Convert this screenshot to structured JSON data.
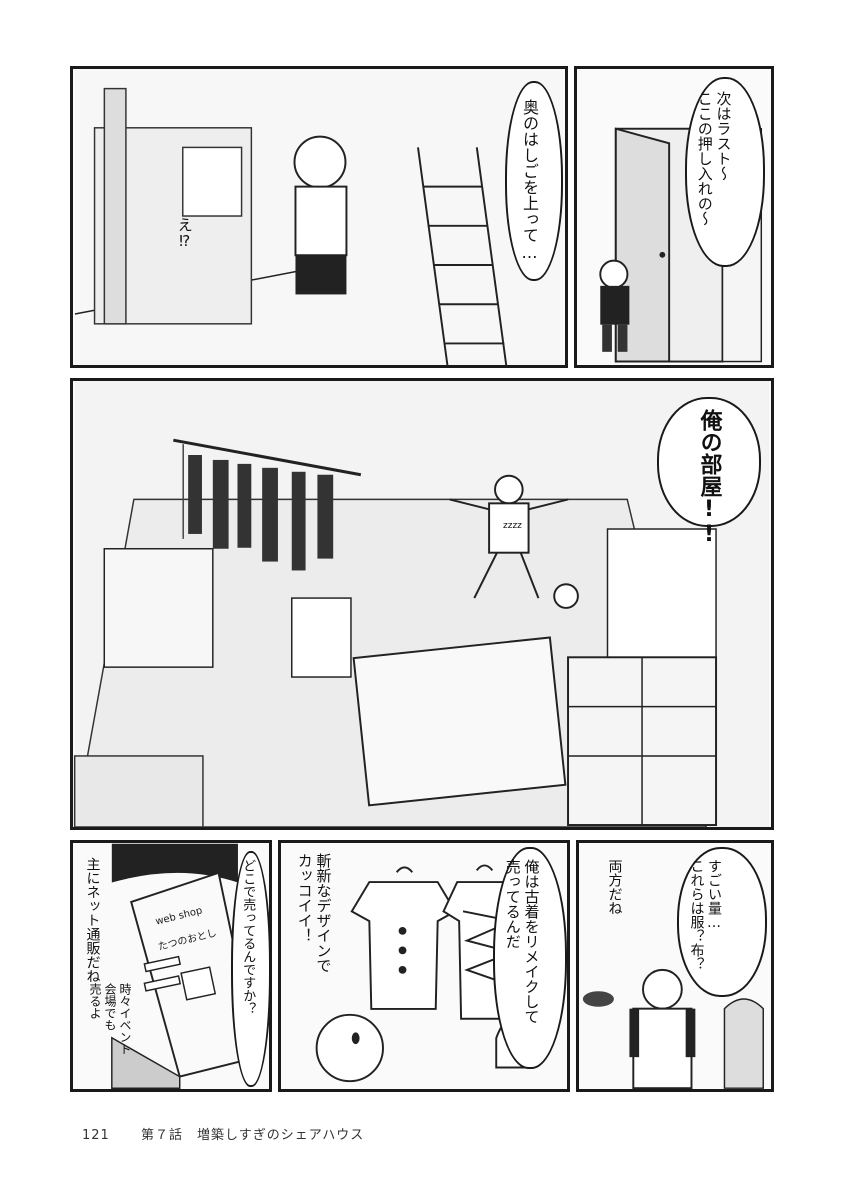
{
  "panels": {
    "p1": {
      "bubble": "次はラスト〜\nここの押し入れの〜"
    },
    "p2": {
      "bubble": "奥のはしごを上って…",
      "sfx": "え⁉"
    },
    "p3": {
      "bubble": "俺の部屋!!",
      "shirt_text": "zzzz"
    },
    "p4": {
      "bubble1": "すごい量…\nこれらは服？布？",
      "bubble2": "両方だね"
    },
    "p5": {
      "bubble1": "俺は古着をリメイクして\n売ってるんだ",
      "bubble2": "斬新なデザインで\nカッコイイ！"
    },
    "p6": {
      "bubble1": "どこで売ってるんですか？",
      "bubble2": "主にネット通販だね",
      "handwritten": "時々イベント\n会場でも\n売るよ",
      "laptop_line1": "web shop",
      "laptop_line2": "たつのおとし"
    }
  },
  "footer": {
    "page_number": "121",
    "chapter": "第７話　増築しすぎのシェアハウス"
  }
}
